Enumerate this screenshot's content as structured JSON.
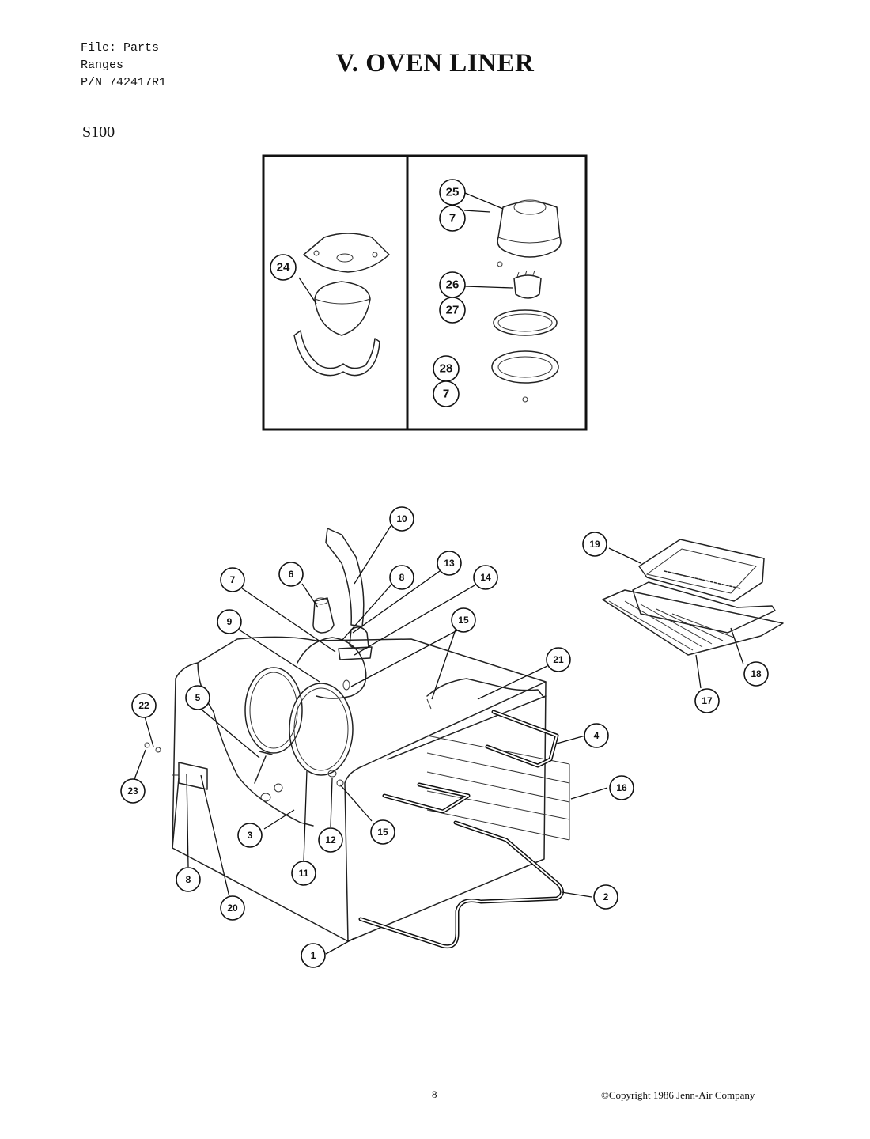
{
  "header": {
    "file_line": "File: Parts",
    "category": "Ranges",
    "part_number": "P/N 742417R1"
  },
  "title": "V. OVEN LINER",
  "model": "S100",
  "inset_callouts": [
    "25",
    "7",
    "26",
    "27",
    "28",
    "7",
    "24"
  ],
  "main_callouts": [
    "10",
    "6",
    "8",
    "13",
    "14",
    "7",
    "9",
    "15",
    "21",
    "19",
    "18",
    "17",
    "22",
    "5",
    "4",
    "16",
    "23",
    "3",
    "12",
    "15",
    "11",
    "8",
    "20",
    "2",
    "1"
  ],
  "footer": {
    "page_number": "8",
    "copyright": "©Copyright 1986 Jenn-Air Company"
  }
}
